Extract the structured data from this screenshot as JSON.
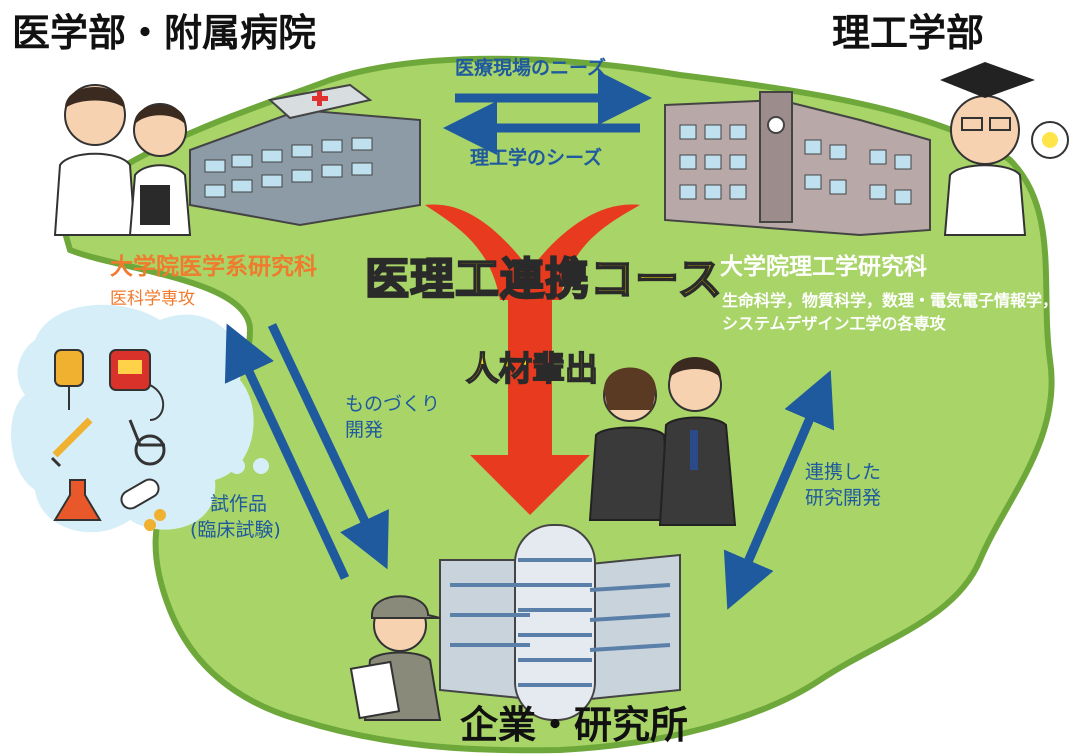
{
  "titles": {
    "medical": "医学部・附属病院",
    "engineering": "理工学部",
    "industry": "企業・研究所"
  },
  "arrows": {
    "needs": "医療現場のニーズ",
    "seeds": "理工学のシーズ",
    "monozukuri": [
      "ものづくり",
      "開発"
    ],
    "prototype": [
      "試作品",
      "(臨床試験)"
    ],
    "collab": [
      "連携した",
      "研究開発"
    ]
  },
  "graduate": {
    "medical_school": "大学院医学系研究科",
    "medical_major": "医科学専攻",
    "engineering_school": "大学院理工学研究科",
    "engineering_majors": [
      "生命科学，物質科学，数理・電気電子情報学，",
      "システムデザイン工学の各専攻"
    ]
  },
  "center": {
    "course": "医理工連携コース",
    "talent": "人材輩出"
  },
  "colors": {
    "land": "#a8d468",
    "land_edge": "#6fa83a",
    "arrow_blue": "#1f5a9e",
    "arrow_red": "#e83a1f",
    "bubble": "#d6eef8"
  }
}
